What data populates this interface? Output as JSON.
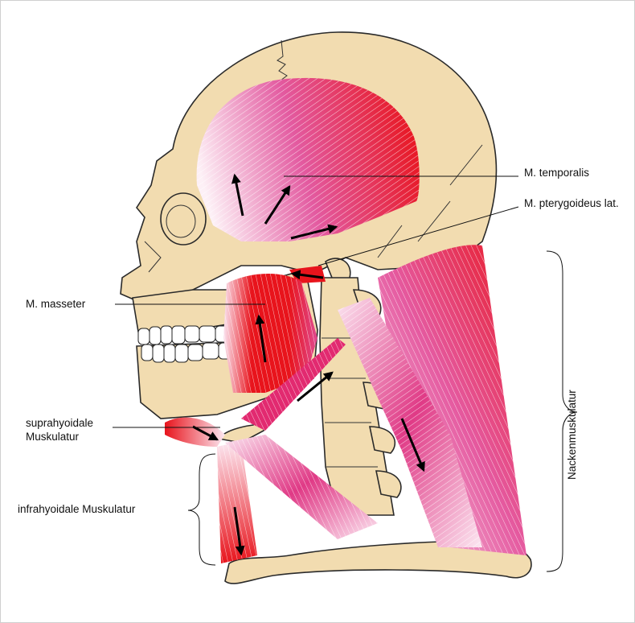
{
  "labels": {
    "temporalis": "M. temporalis",
    "pterygoideus": "M. pterygoideus lat.",
    "masseter": "M. masseter",
    "suprahyoidale_line1": "suprahyoidale",
    "suprahyoidale_line2": "Muskulatur",
    "infrahyoidale": "infrahyoidale Muskulatur",
    "nacken": "Nackenmuskulatur"
  },
  "colors": {
    "bone": "#f2dcb0",
    "muscle_dark": "#e8141c",
    "muscle_light": "#fbe4f0",
    "muscle_mid": "#e03a86"
  }
}
